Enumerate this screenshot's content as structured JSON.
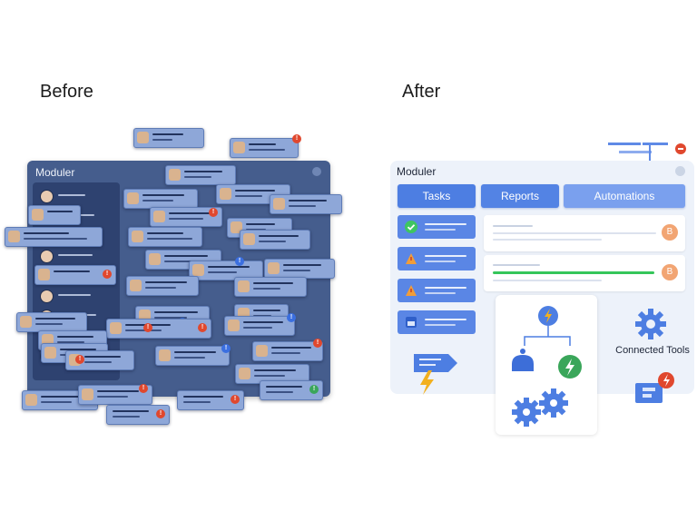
{
  "labels": {
    "before": "Before",
    "after": "After"
  },
  "before_window": {
    "title": "Moduler"
  },
  "after_window": {
    "title": "Moduler",
    "tabs": [
      "Tasks",
      "Reports",
      "Automations"
    ],
    "card_icon": "B",
    "connected_tools": "Connected Tools"
  },
  "colors": {
    "before_panel": "#455d8d",
    "chip": "#8ea7d8",
    "accent_blue": "#4d7ee2",
    "green_progress": "#35c65a",
    "alert_red": "#e0482e",
    "bolt_yellow": "#f2b01e"
  },
  "icons": [
    "avatar-icon",
    "alert-badge-icon",
    "check-icon",
    "warning-icon",
    "lightning-icon",
    "gear-icon",
    "tag-icon",
    "hierarchy-icon"
  ],
  "before_badges": [
    "!",
    "!",
    "!",
    "!",
    "!",
    "!",
    "!",
    "!",
    "!",
    "!",
    "!",
    "!",
    "!",
    "!",
    "!",
    "!",
    "!"
  ]
}
